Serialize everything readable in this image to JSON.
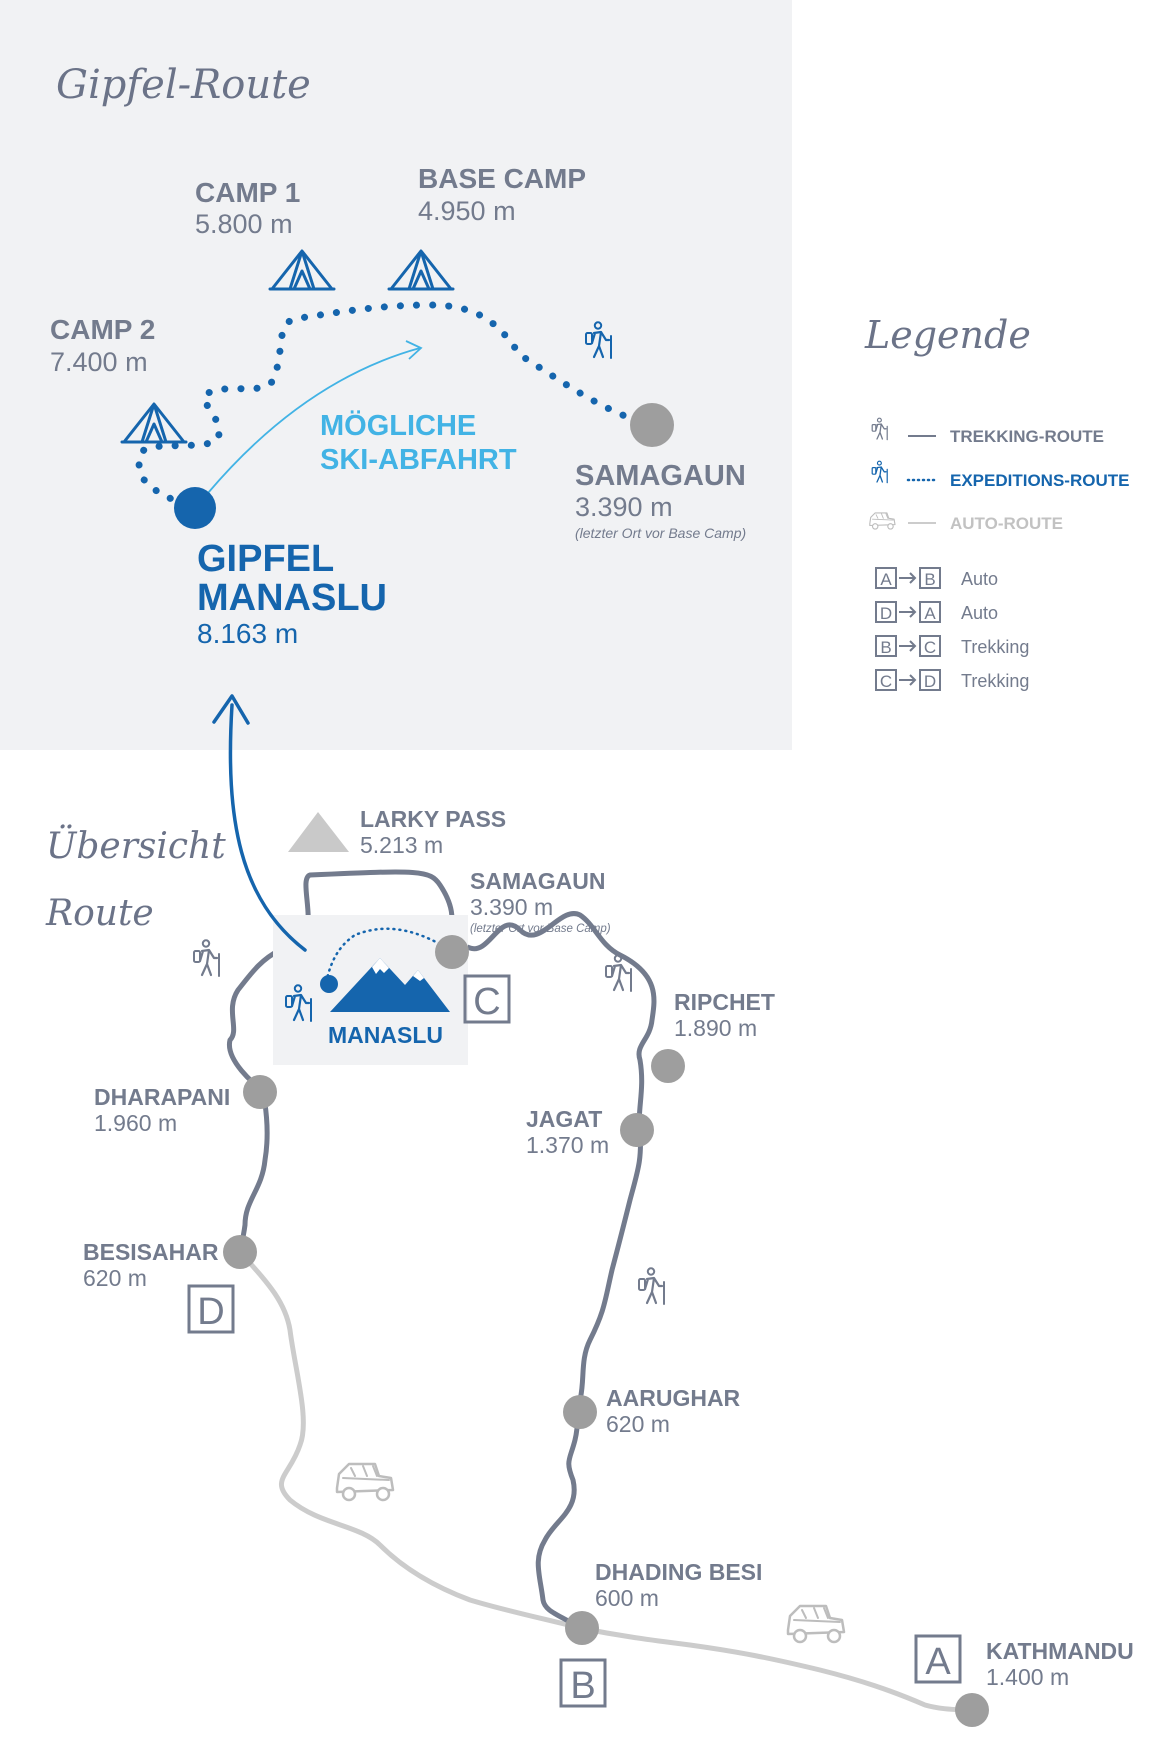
{
  "summit_section": {
    "heading": "Gipfel-Route",
    "camp1": {
      "name": "CAMP 1",
      "alt": "5.800 m"
    },
    "basecamp": {
      "name": "BASE CAMP",
      "alt": "4.950 m"
    },
    "camp2": {
      "name": "CAMP 2",
      "alt": "7.400 m"
    },
    "ski": {
      "line1": "MÖGLICHE",
      "line2": "SKI-ABFAHRT"
    },
    "samagaun": {
      "name": "SAMAGAUN",
      "alt": "3.390 m",
      "note": "(letzter Ort vor Base Camp)"
    },
    "summit": {
      "line1": "GIPFEL",
      "line2": "MANASLU",
      "alt": "8.163 m"
    }
  },
  "legend": {
    "heading": "Legende",
    "trekking": "TREKKING-ROUTE",
    "expedition": "EXPEDITIONS-ROUTE",
    "auto": "AUTO-ROUTE",
    "segments": [
      {
        "from": "A",
        "to": "B",
        "mode": "Auto"
      },
      {
        "from": "D",
        "to": "A",
        "mode": "Auto"
      },
      {
        "from": "B",
        "to": "C",
        "mode": "Trekking"
      },
      {
        "from": "C",
        "to": "D",
        "mode": "Trekking"
      }
    ]
  },
  "overview": {
    "heading_line1": "Übersicht",
    "heading_line2": "Route",
    "manaslu": "MANASLU",
    "markers": {
      "a": "A",
      "b": "B",
      "c": "C",
      "d": "D"
    },
    "places": {
      "larky": {
        "name": "LARKY PASS",
        "alt": "5.213 m"
      },
      "samagaun": {
        "name": "SAMAGAUN",
        "alt": "3.390 m",
        "note": "(letzter Ort vor Base Camp)"
      },
      "ripchet": {
        "name": "RIPCHET",
        "alt": "1.890 m"
      },
      "jagat": {
        "name": "JAGAT",
        "alt": "1.370 m"
      },
      "dharapani": {
        "name": "DHARAPANI",
        "alt": "1.960 m"
      },
      "besisahar": {
        "name": "BESISAHAR",
        "alt": "620 m"
      },
      "aarughar": {
        "name": "AARUGHAR",
        "alt": "620 m"
      },
      "dhading": {
        "name": "DHADING BESI",
        "alt": "600 m"
      },
      "kathmandu": {
        "name": "KATHMANDU",
        "alt": "1.400 m"
      }
    }
  },
  "colors": {
    "panel": "#f1f2f4",
    "gray_text": "#737b8d",
    "dark_blue": "#1565ad",
    "light_blue": "#42b3e5",
    "dot_gray": "#9e9e9e",
    "trek_route": "#737b8d",
    "auto_route": "#cccccc"
  },
  "icons": [
    "hiker-icon",
    "tent-icon",
    "jeep-icon",
    "mountain-icon",
    "pass-triangle-icon"
  ]
}
